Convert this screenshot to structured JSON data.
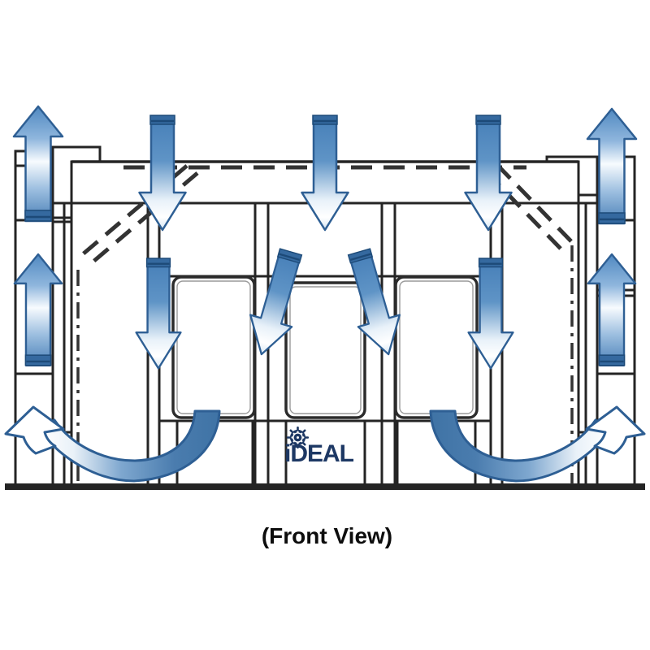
{
  "diagram": {
    "caption": "(Front View)",
    "brand": {
      "logo_text": "iDEAL"
    },
    "subject": "cross-draft paint spray booth airflow, front elevation"
  },
  "airflow": {
    "intake_arrows": [
      "down-above-left-door",
      "down-above-center-door",
      "down-above-right-door"
    ],
    "interior_arrows": [
      "down-left-wall",
      "diagonal-down-left-into-center",
      "diagonal-down-right-into-center",
      "down-right-wall"
    ],
    "floor_recirculation": [
      "curve-up-toward-left-exhaust",
      "curve-up-toward-right-exhaust"
    ],
    "exhaust_arrows": [
      "up-left-column-top",
      "up-left-column-mid",
      "up-right-column-top",
      "up-right-column-mid"
    ]
  },
  "colors": {
    "arrow-blue": "#4a82ba",
    "arrow-outline": "#2e5f94",
    "arrow-cap": "#35699f",
    "arrow-cap-line": "#1d4a78",
    "swoosh-blue": "#4577aa",
    "logo-navy": "#1d3864",
    "line-dark": "#242424",
    "caption-color": "#0d0d0d"
  }
}
